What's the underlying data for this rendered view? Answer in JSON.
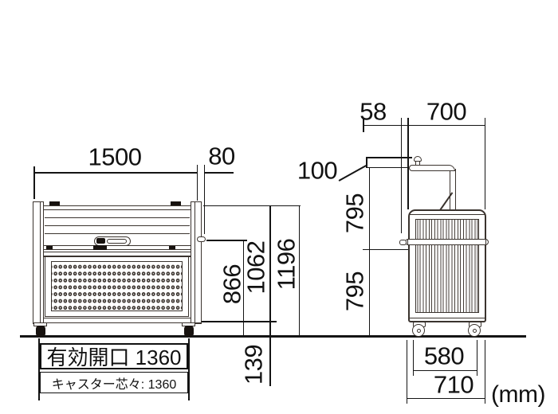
{
  "unit_label": "(mm)",
  "front_view": {
    "width_top": "1500",
    "handle_side_offset": "80",
    "handle_height": "866",
    "body_height": "1062",
    "overall_height": "1196",
    "ground_clearance": "139",
    "opening_label": "有効開口 1360",
    "caster_pitch_label": "キャスター芯々: 1360"
  },
  "side_view": {
    "lever_tip_offset": "58",
    "body_depth": "700",
    "lever_grip_height": "100",
    "upper_height": "795",
    "lower_height": "795",
    "caster_pitch": "580",
    "overall_depth": "710"
  }
}
